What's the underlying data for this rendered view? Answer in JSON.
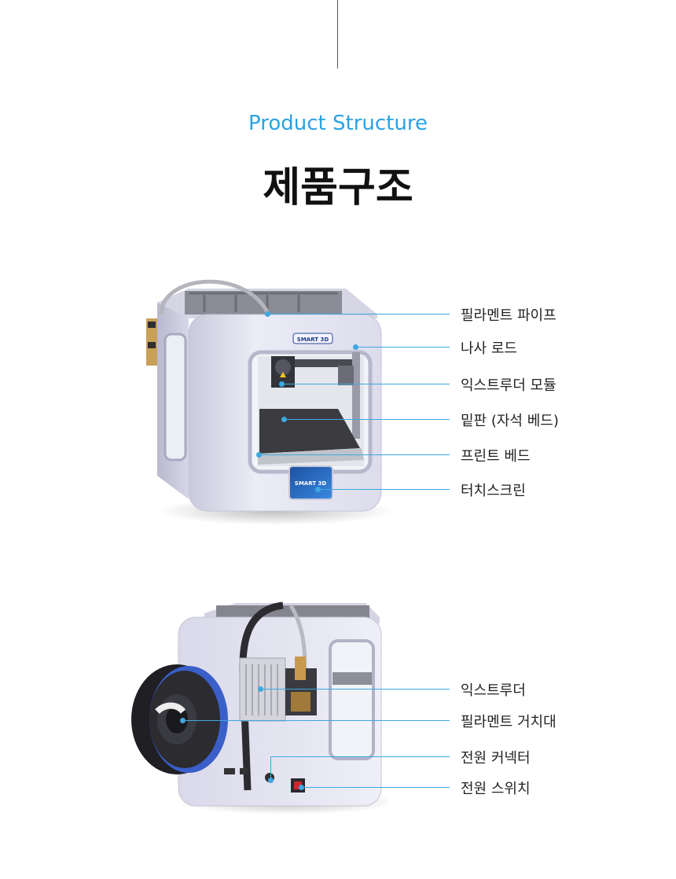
{
  "header": {
    "subtitle": "Product Structure",
    "title": "제품구조"
  },
  "front_view": {
    "brand_badge": "SMART 3D",
    "screen_brand": "SMART 3D",
    "labels": [
      "필라멘트 파이프",
      "나사 로드",
      "익스트루더 모듈",
      "밑판 (자석 베드)",
      "프린트 베드",
      "터치스크린"
    ]
  },
  "rear_view": {
    "labels": [
      "익스트루더",
      "필라멘트 거치대",
      "전원 커넥터",
      "전원 스위치"
    ]
  },
  "colors": {
    "accent": "#29a3e3",
    "leader": "#3ea8df",
    "printer_body": "#e8e8f4",
    "spool_filament": "#3b5fc9"
  }
}
